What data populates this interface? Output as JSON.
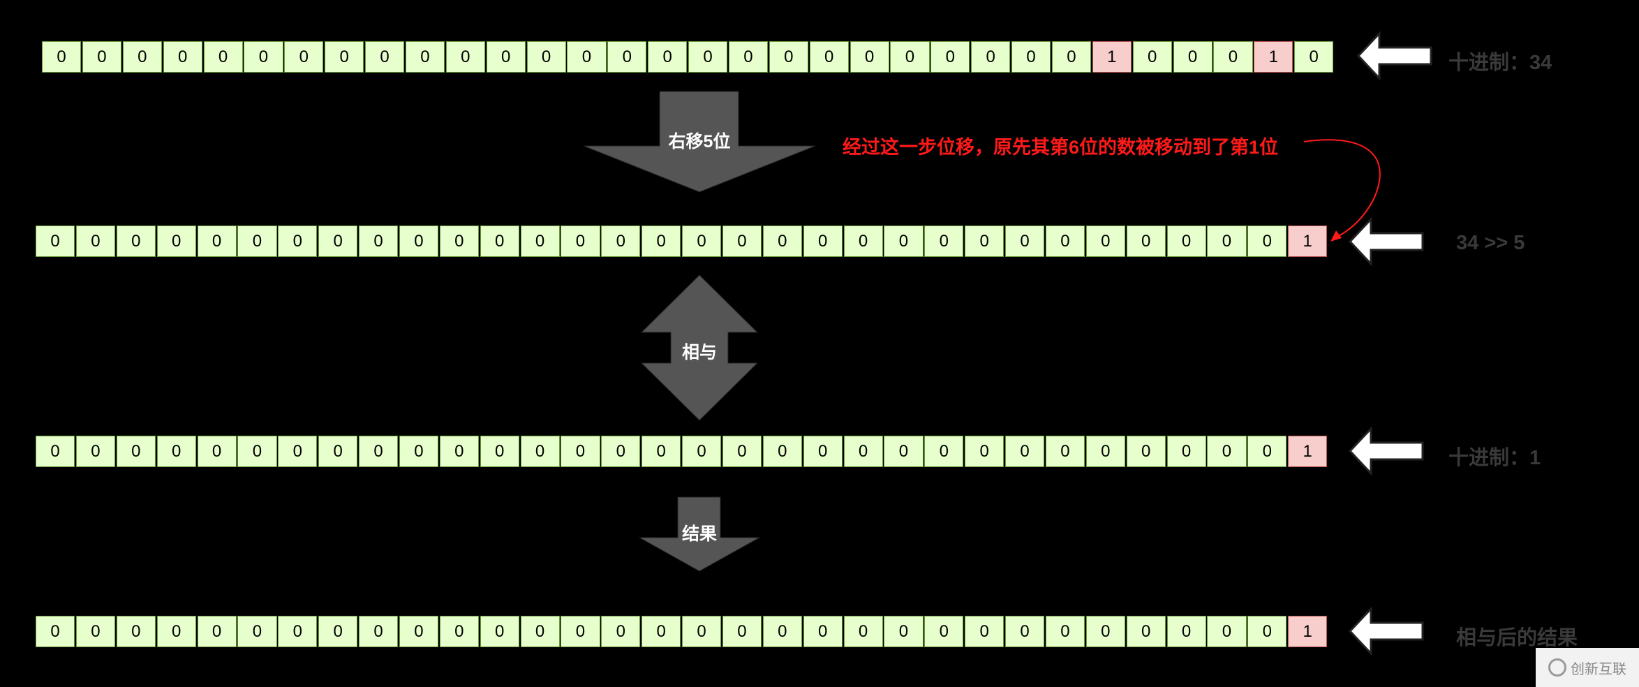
{
  "rows": [
    {
      "bits": [
        "0",
        "0",
        "0",
        "0",
        "0",
        "0",
        "0",
        "0",
        "0",
        "0",
        "0",
        "0",
        "0",
        "0",
        "0",
        "0",
        "0",
        "0",
        "0",
        "0",
        "0",
        "0",
        "0",
        "0",
        "0",
        "0",
        "1",
        "0",
        "0",
        "0",
        "1",
        "0"
      ],
      "label": "十进制：34"
    },
    {
      "bits": [
        "0",
        "0",
        "0",
        "0",
        "0",
        "0",
        "0",
        "0",
        "0",
        "0",
        "0",
        "0",
        "0",
        "0",
        "0",
        "0",
        "0",
        "0",
        "0",
        "0",
        "0",
        "0",
        "0",
        "0",
        "0",
        "0",
        "0",
        "0",
        "0",
        "0",
        "0",
        "1"
      ],
      "label": "34 >> 5"
    },
    {
      "bits": [
        "0",
        "0",
        "0",
        "0",
        "0",
        "0",
        "0",
        "0",
        "0",
        "0",
        "0",
        "0",
        "0",
        "0",
        "0",
        "0",
        "0",
        "0",
        "0",
        "0",
        "0",
        "0",
        "0",
        "0",
        "0",
        "0",
        "0",
        "0",
        "0",
        "0",
        "0",
        "1"
      ],
      "label": "十进制：1"
    },
    {
      "bits": [
        "0",
        "0",
        "0",
        "0",
        "0",
        "0",
        "0",
        "0",
        "0",
        "0",
        "0",
        "0",
        "0",
        "0",
        "0",
        "0",
        "0",
        "0",
        "0",
        "0",
        "0",
        "0",
        "0",
        "0",
        "0",
        "0",
        "0",
        "0",
        "0",
        "0",
        "0",
        "1"
      ],
      "label": "相与后的结果"
    }
  ],
  "operations": {
    "shift": "右移5位",
    "and": "相与",
    "result": "结果"
  },
  "annotation": "经过这一步位移，原先其第6位的数被移动到了第1位",
  "watermark": "创新互联",
  "colors": {
    "zero_cell": "#e6ffcc",
    "one_cell": "#f8cecc",
    "annotation": "#ff1a1a",
    "arrow_fill": "#555555"
  }
}
